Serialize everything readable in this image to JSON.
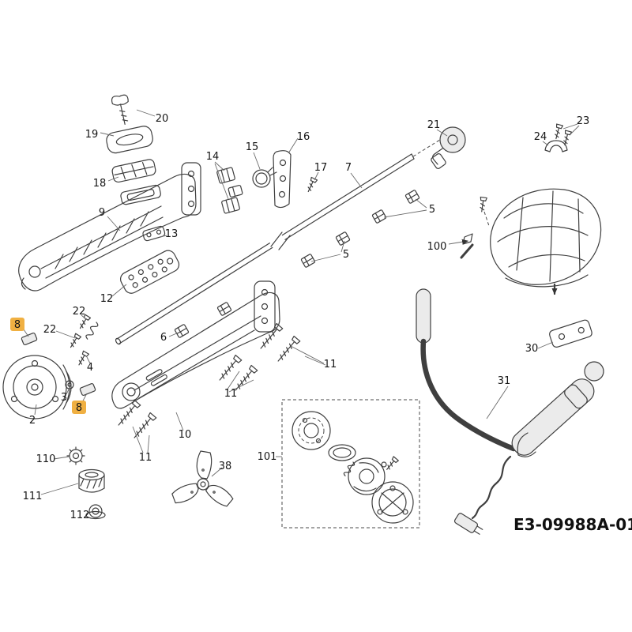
{
  "diagram_code": "E3-09988A-01",
  "colors": {
    "highlight": "#F0B042"
  },
  "callouts": {
    "n2": "2",
    "n3": "3",
    "n4": "4",
    "n5": "5",
    "n6": "6",
    "n7": "7",
    "n8": "8",
    "n9": "9",
    "n10": "10",
    "n11": "11",
    "n12": "12",
    "n13": "13",
    "n14": "14",
    "n15": "15",
    "n16": "16",
    "n17": "17",
    "n18": "18",
    "n19": "19",
    "n20": "20",
    "n21": "21",
    "n22": "22",
    "n23": "23",
    "n24": "24",
    "n30": "30",
    "n31": "31",
    "n38": "38",
    "n100": "100",
    "n101": "101",
    "n110": "110",
    "n111": "111",
    "n112": "112"
  }
}
